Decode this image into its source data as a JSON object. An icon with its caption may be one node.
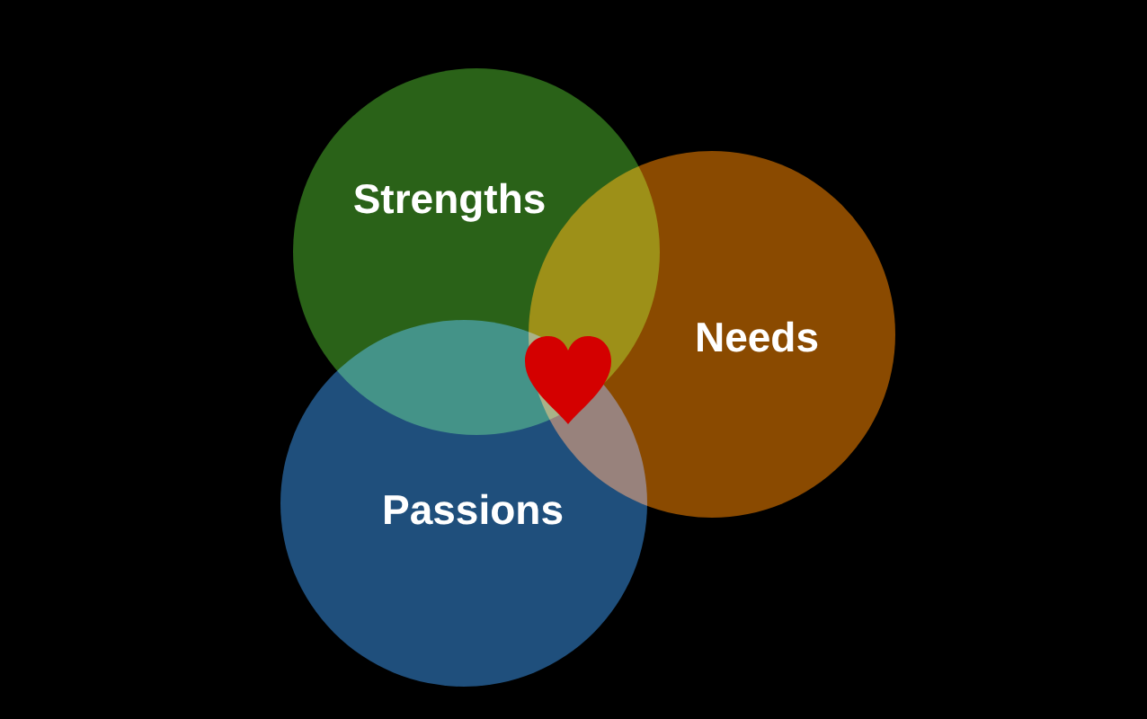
{
  "diagram": {
    "nodes": [
      {
        "text": [
          "Strengths"
        ]
      },
      {
        "text": [
          "Needs"
        ]
      },
      {
        "text": [
          "Passions"
        ]
      }
    ],
    "edges": []
  }
}
